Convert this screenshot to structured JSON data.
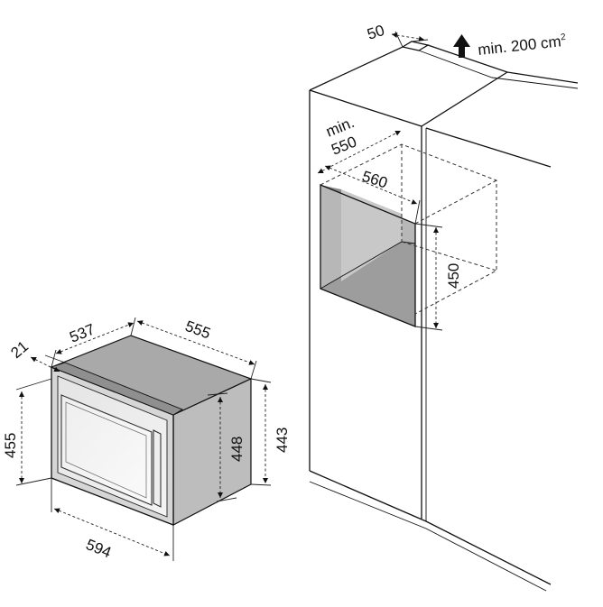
{
  "oven": {
    "depth_label": "537",
    "width_top_label": "555",
    "offset_label": "21",
    "height_total_label": "455",
    "height_body_label": "448",
    "height_side_label": "443",
    "width_front_label": "594"
  },
  "cabinet": {
    "vent_gap_label": "50",
    "vent_area_label": "min. 200 cm",
    "vent_area_sup": "2",
    "depth_min_label": "min.",
    "depth_min_value": "550",
    "width_label": "560",
    "height_label": "450"
  }
}
